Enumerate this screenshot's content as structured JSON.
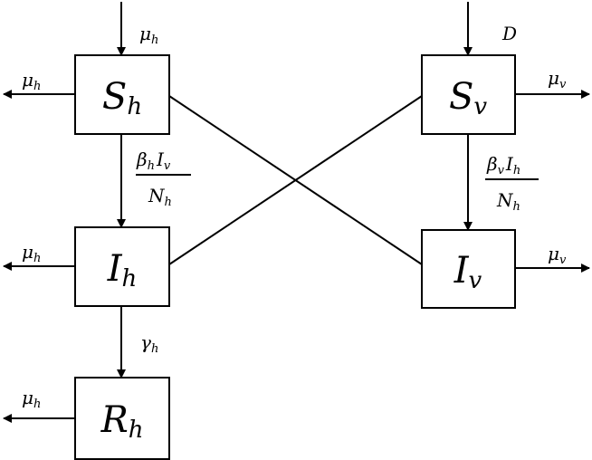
{
  "compartments": {
    "Sh": {
      "main": "S",
      "sub": "h"
    },
    "Ih": {
      "main": "I",
      "sub": "h"
    },
    "Rh": {
      "main": "R",
      "sub": "h"
    },
    "Sv": {
      "main": "S",
      "sub": "v"
    },
    "Iv": {
      "main": "I",
      "sub": "v"
    }
  },
  "rates": {
    "mu_h_in": {
      "main": "μ",
      "sub": "h"
    },
    "D_in": {
      "main": "D"
    },
    "mu_h_Sh_out": {
      "main": "μ",
      "sub": "h"
    },
    "mu_h_Ih_out": {
      "main": "μ",
      "sub": "h"
    },
    "mu_h_Rh_out": {
      "main": "μ",
      "sub": "h"
    },
    "mu_v_Sv_out": {
      "main": "μ",
      "sub": "v"
    },
    "mu_v_Iv_out": {
      "main": "μ",
      "sub": "v"
    },
    "gamma_h": {
      "main": "γ",
      "sub": "h"
    },
    "beta_h_frac": {
      "num1": "β",
      "num1_sub": "h",
      "num2": "I",
      "num2_sub": "v",
      "den": "N",
      "den_sub": "h"
    },
    "beta_v_frac": {
      "num1": "β",
      "num1_sub": "v",
      "num2": "I",
      "num2_sub": "h",
      "den": "N",
      "den_sub": "h"
    }
  }
}
